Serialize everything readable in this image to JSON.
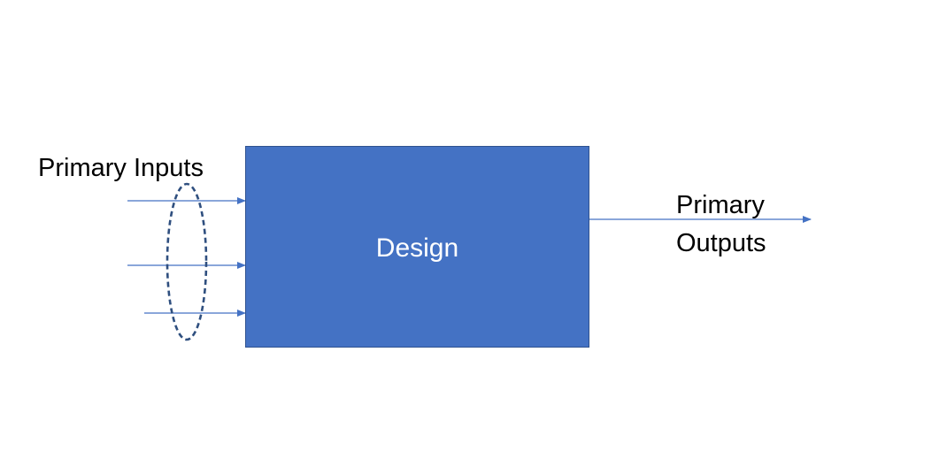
{
  "diagram": {
    "block_label": "Design",
    "inputs_label": "Primary Inputs",
    "outputs_label_line1": "Primary",
    "outputs_label_line2": "Outputs",
    "colors": {
      "block_fill": "#4472c4",
      "block_border": "#2f528f",
      "arrow": "#4472c4",
      "ellipse": "#2f4f7f",
      "text": "#000000",
      "block_text": "#ffffff"
    }
  }
}
